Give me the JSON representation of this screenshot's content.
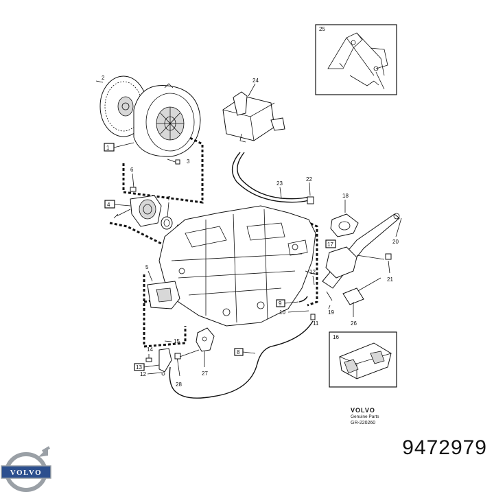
{
  "part_number": "9472979",
  "brand_logo_text": "VOLVO",
  "genuine_parts": {
    "brand": "VOLVO",
    "subtitle": "Genuine Parts",
    "reference": "GR-220260"
  },
  "callouts": {
    "n1": "1",
    "n2": "2",
    "n3": "3",
    "n4": "4",
    "n5": "5",
    "n6": "6",
    "n7": "7",
    "n8": "8",
    "n9": "9",
    "n10": "10",
    "n11": "11",
    "n12": "12",
    "n12b": "12",
    "n13": "13",
    "n14": "14",
    "n15": "15",
    "n16": "16",
    "n17": "17",
    "n18": "18",
    "n19": "19",
    "n20": "20",
    "n21": "21",
    "n22": "22",
    "n23": "23",
    "n24": "24",
    "n25": "25",
    "n26": "26",
    "n27": "27",
    "n28": "28"
  },
  "colors": {
    "logo_blue": "#2c4f8e",
    "logo_silver": "#9aa0a6",
    "line": "#111111"
  },
  "icons": [
    "volvo-logo-icon"
  ]
}
